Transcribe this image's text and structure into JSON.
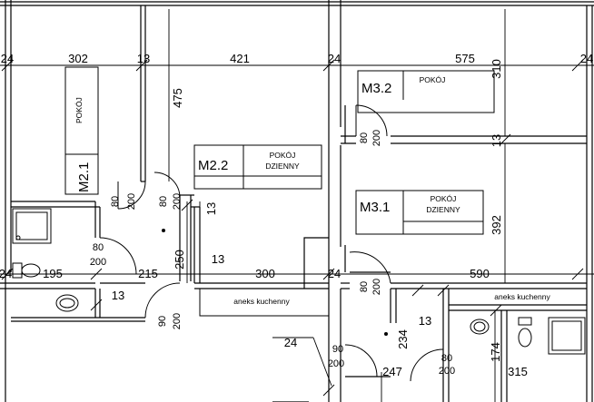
{
  "rooms": {
    "m22": {
      "tag": "M2.2",
      "name_line1": "POKÓJ",
      "name_line2": "DZIENNY"
    },
    "m21": {
      "tag": "M2.1",
      "name": "POKÓJ"
    },
    "m32": {
      "tag": "M3.2",
      "name": "POKÓJ"
    },
    "m31": {
      "tag": "M3.1",
      "name_line1": "POKÓJ",
      "name_line2": "DZIENNY"
    }
  },
  "labels": {
    "kitchen_left": "aneks kuchenny",
    "kitchen_right": "aneks kuchenny"
  },
  "dimensions": {
    "top_24_left": "24",
    "top_302": "302",
    "top_13": "13",
    "top_421": "421",
    "top_24_mid": "24",
    "top_575": "575",
    "top_24_right": "24",
    "v_310": "310",
    "v_475": "475",
    "v_392": "392",
    "v_13_right": "13",
    "door_200_m32": "200",
    "door_80_m32": "80",
    "door_200_a": "200",
    "door_80_a": "80",
    "door_200_b": "200",
    "door_80_b": "80",
    "v_13_mid": "13",
    "bath_80": "80",
    "bath_200": "200",
    "v_250": "250",
    "h_13_corr": "13",
    "mid_24_left": "24",
    "mid_195": "195",
    "mid_215": "215",
    "mid_300": "300",
    "mid_24_center": "24",
    "mid_590": "590",
    "door_80_k": "80",
    "door_200_k": "200",
    "low_13_left": "13",
    "low_90": "90",
    "low_200": "200",
    "low_24": "24",
    "low_90b": "90",
    "low_200b": "200",
    "v_234": "234",
    "low_13_right": "13",
    "low_80": "80",
    "low_200c": "200",
    "v_174": "174",
    "bot_247": "247",
    "bot_315": "315"
  }
}
